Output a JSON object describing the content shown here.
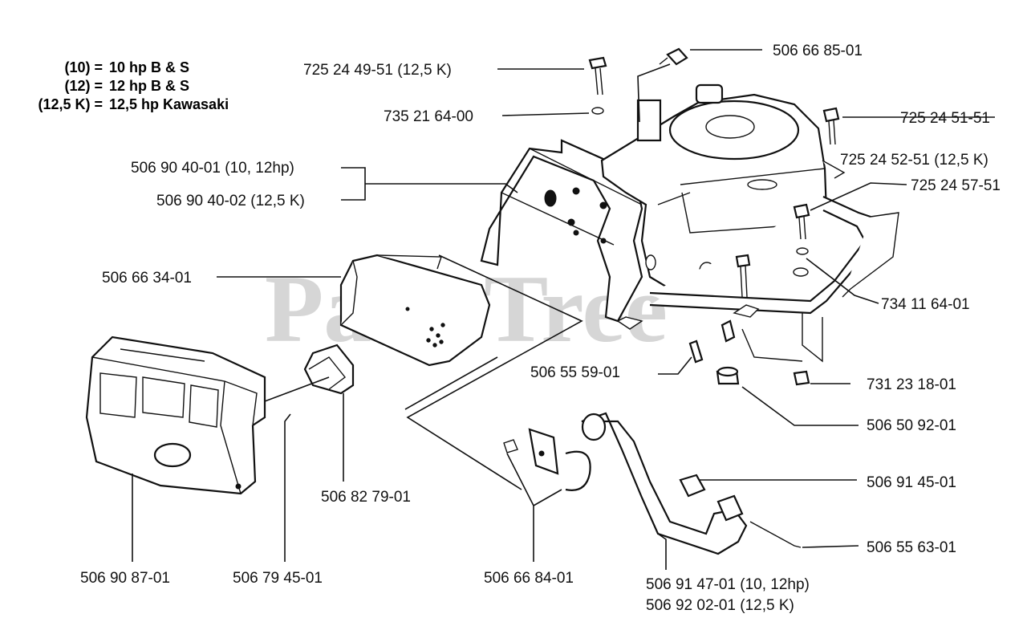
{
  "watermark": "PartsTree",
  "trademark": "™",
  "legend": [
    {
      "key": "(10) =",
      "value": "10 hp B & S"
    },
    {
      "key": "(12) =",
      "value": "12 hp B & S"
    },
    {
      "key": "(12,5 K) =",
      "value": "12,5 hp Kawasaki"
    }
  ],
  "parts": {
    "p1": "725 24 49-51 (12,5 K)",
    "p2": "506 66 85-01",
    "p3": "735 21 64-00",
    "p4": "725 24 51-51",
    "p5": "506 90 40-01 (10, 12hp)",
    "p6": "725 24 52-51 (12,5 K)",
    "p7": "506 90 40-02 (12,5 K)",
    "p8": "725 24 57-51",
    "p9": "506 66 34-01",
    "p10": "734 11 64-01",
    "p11": "506 55 59-01",
    "p12": "731 23 18-01",
    "p13": "506 50 92-01",
    "p14": "506 82 79-01",
    "p15": "506 91 45-01",
    "p16": "506 55 63-01",
    "p17": "506 90 87-01",
    "p18": "506 79 45-01",
    "p19": "506 66 84-01",
    "p20": "506 91 47-01 (10, 12hp)",
    "p21": "506 92 02-01 (12,5 K)"
  }
}
